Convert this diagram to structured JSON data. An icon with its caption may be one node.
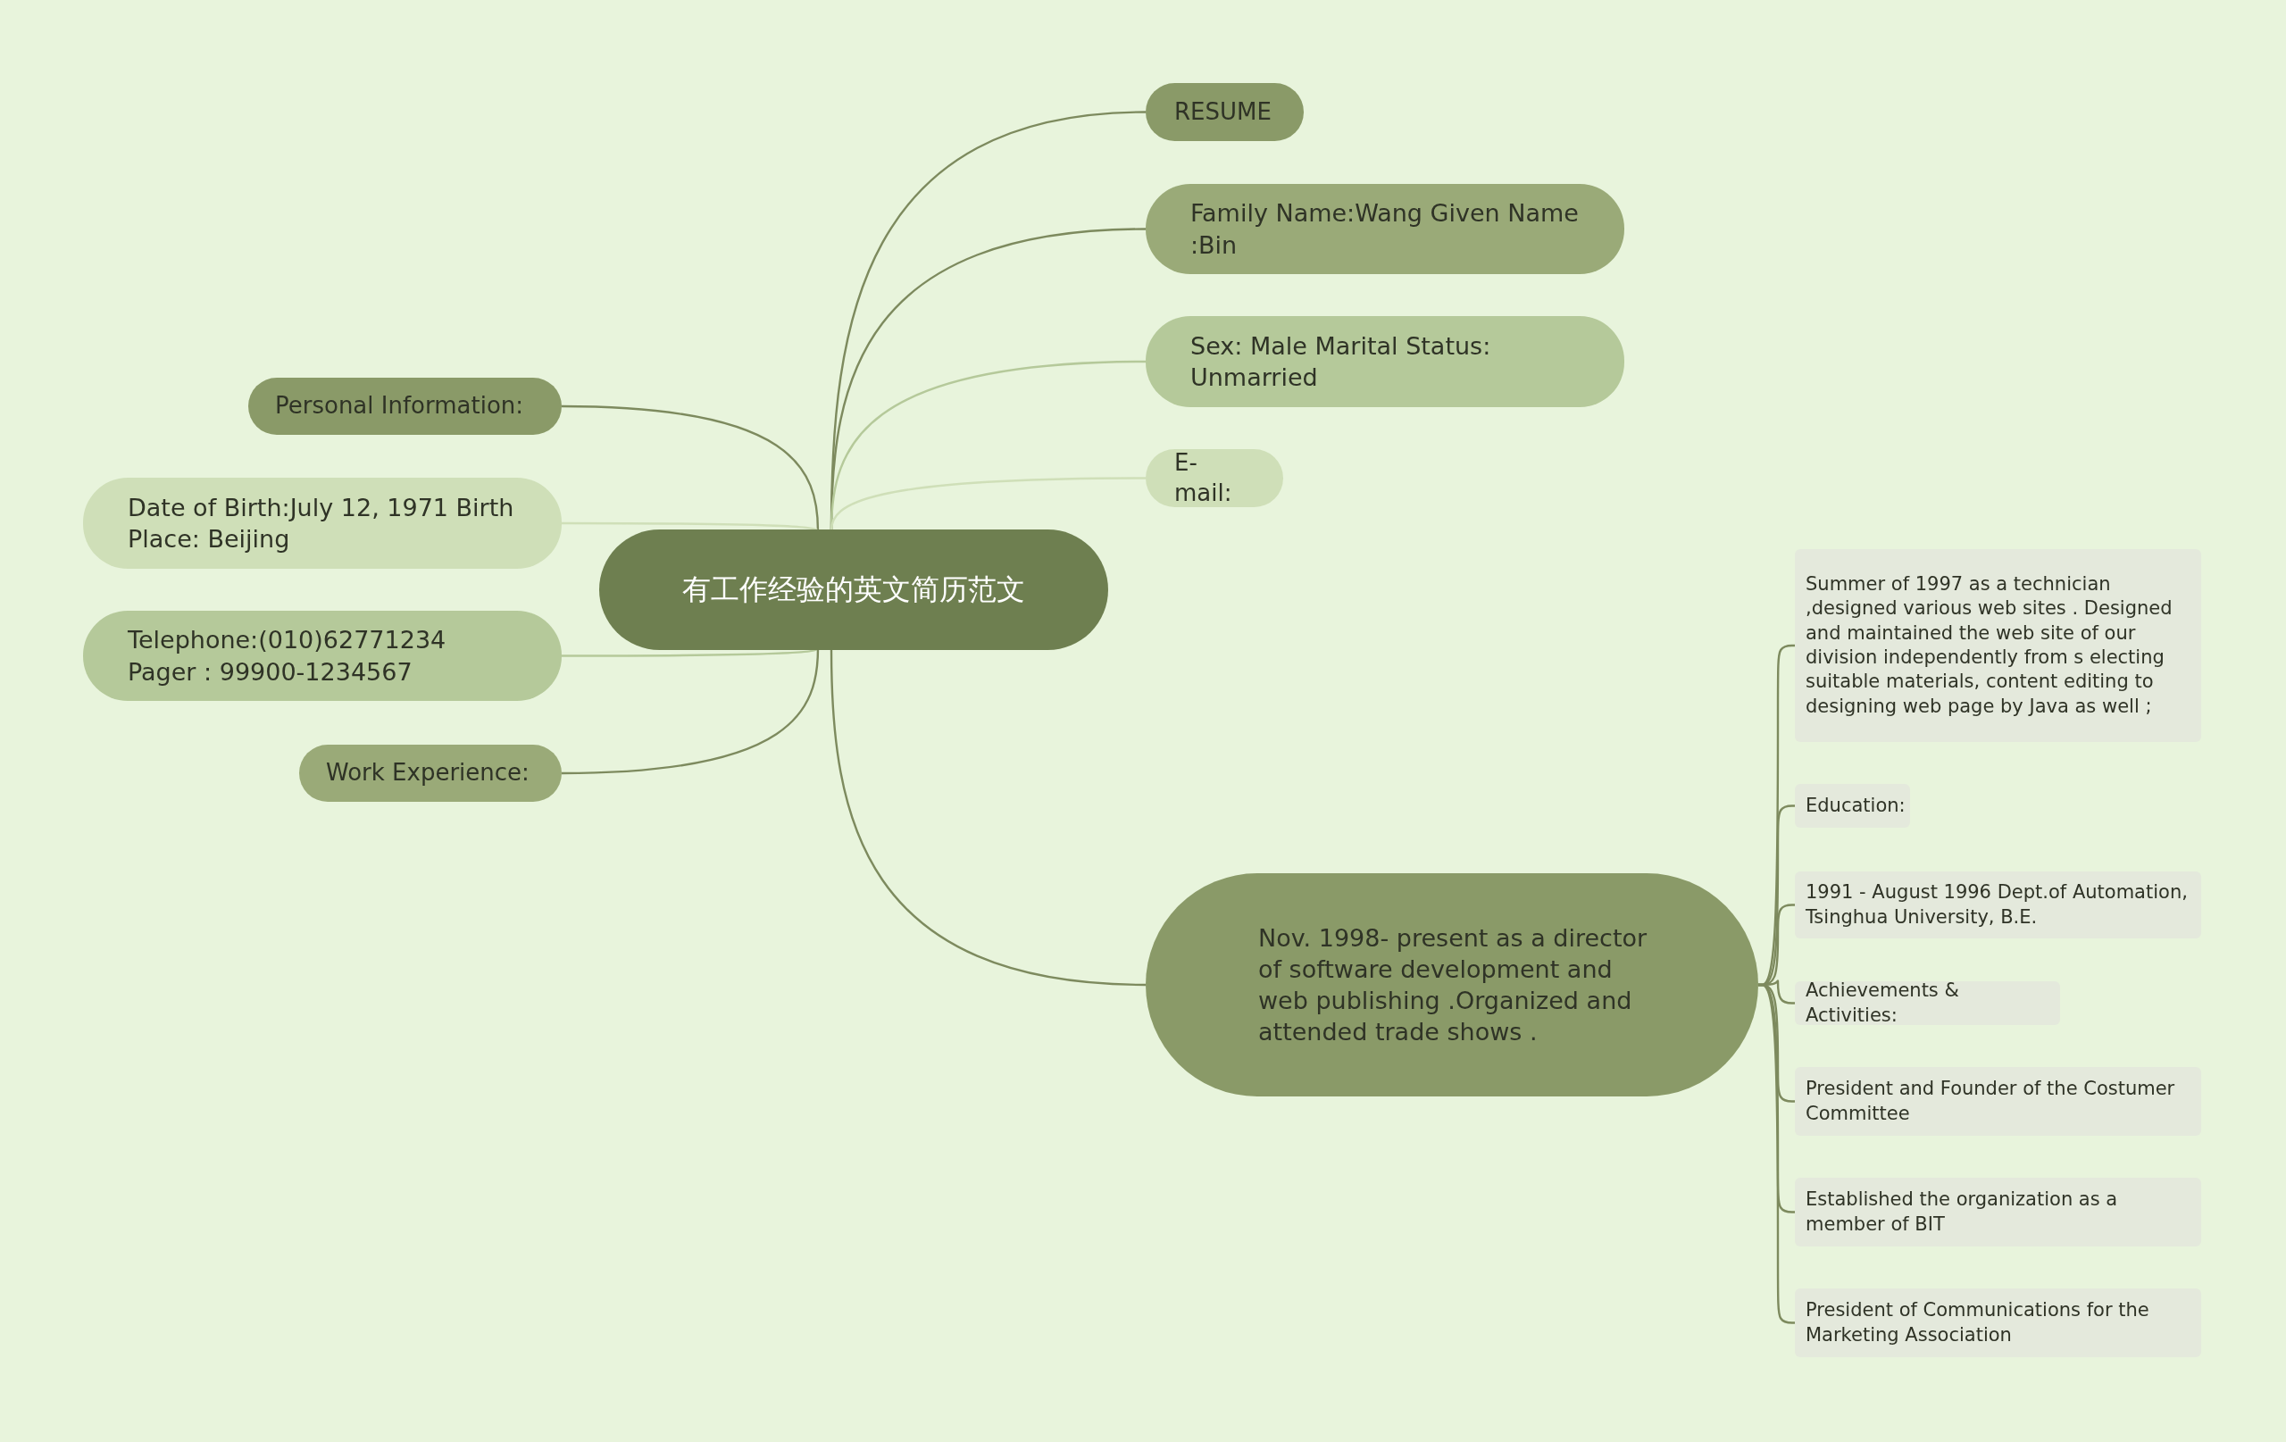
{
  "diagram": {
    "nodes": [
      {
        "text": [
          "有工作经验的英文简历范文"
        ]
      },
      {
        "text": [
          "RESUME"
        ]
      },
      {
        "text": [
          "Family Name:Wang Given Name :Bin"
        ]
      },
      {
        "text": [
          "Sex: Male Marital Status: Unmarried"
        ]
      },
      {
        "text": [
          "E-mail:"
        ]
      },
      {
        "text": [
          "Personal Information:"
        ]
      },
      {
        "text": [
          "Date of Birth:July 12, 1971 Birth Place: Beijing"
        ]
      },
      {
        "text": [
          "Telephone:(010)62771234 Pager : 99900-1234567"
        ]
      },
      {
        "text": [
          "Work Experience:"
        ]
      },
      {
        "text": [
          "Nov. 1998- present as a director of software development and web publishing .Organized and attended trade shows ."
        ]
      },
      {
        "text": [
          "Summer of 1997 as a technician ,designed various web sites . Designed and maintained the web site of our division independently from s electing suitable materials, content editing to designing web page by Java as well ;"
        ]
      },
      {
        "text": [
          "Education:"
        ]
      },
      {
        "text": [
          "1991 - August 1996 Dept.of Automation, Tsinghua University, B.E."
        ]
      },
      {
        "text": [
          "Achievements & Activities:"
        ]
      },
      {
        "text": [
          "President and Founder of the Costumer Committee"
        ]
      },
      {
        "text": [
          "Established the organization as a member of BIT"
        ]
      },
      {
        "text": [
          "President of Communications for the Marketing Association"
        ]
      }
    ],
    "edges": [
      {
        "from": 0,
        "to": 1,
        "arrow": "none"
      },
      {
        "from": 0,
        "to": 2,
        "arrow": "none"
      },
      {
        "from": 0,
        "to": 3,
        "arrow": "none",
        "color": "#b5c99a"
      },
      {
        "from": 0,
        "to": 4,
        "arrow": "none",
        "color": "#cfdfb8"
      },
      {
        "from": 0,
        "to": 5,
        "arrow": "none"
      },
      {
        "from": 0,
        "to": 6,
        "arrow": "none",
        "color": "#cfdfb8"
      },
      {
        "from": 0,
        "to": 7,
        "arrow": "none",
        "color": "#b5c99a"
      },
      {
        "from": 0,
        "to": 8,
        "arrow": "none"
      },
      {
        "from": 0,
        "to": 9,
        "arrow": "none"
      },
      {
        "from": 9,
        "to": 10,
        "arrow": "none"
      },
      {
        "from": 9,
        "to": 11,
        "arrow": "none"
      },
      {
        "from": 9,
        "to": 12,
        "arrow": "none"
      },
      {
        "from": 9,
        "to": 13,
        "arrow": "none"
      },
      {
        "from": 9,
        "to": 14,
        "arrow": "none"
      },
      {
        "from": 9,
        "to": 15,
        "arrow": "none"
      },
      {
        "from": 9,
        "to": 16,
        "arrow": "none"
      }
    ]
  }
}
